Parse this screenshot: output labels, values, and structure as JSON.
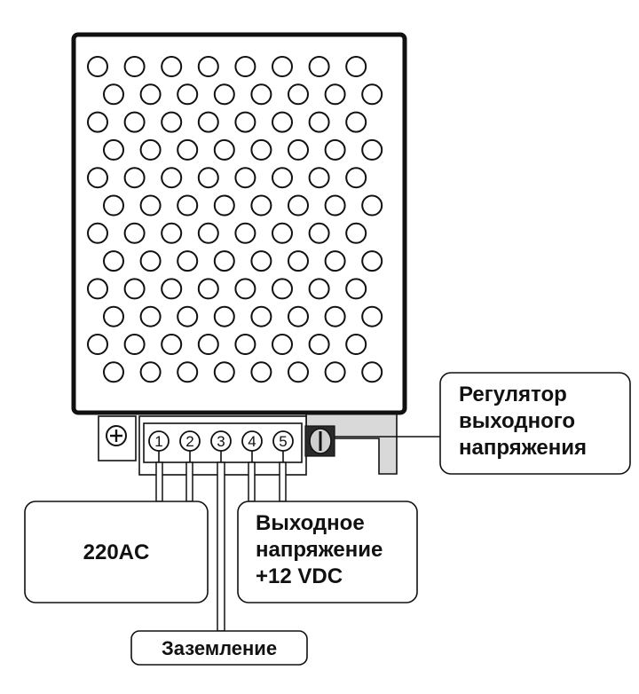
{
  "colors": {
    "stroke": "#111111",
    "background": "#ffffff",
    "bracket": "#d9d9d9",
    "knob": "#2a2a2a"
  },
  "icons": {
    "screw": "ground-screw-icon",
    "knob": "trimmer-knob-icon"
  },
  "terminals": [
    "1",
    "2",
    "3",
    "4",
    "5"
  ],
  "labels": {
    "regulator": [
      "Регулятор",
      "выходного",
      "напряжения"
    ],
    "ac_input": "220AC",
    "output": [
      "Выходное",
      "напряжение",
      "+12 VDC"
    ],
    "ground": "Заземление"
  }
}
